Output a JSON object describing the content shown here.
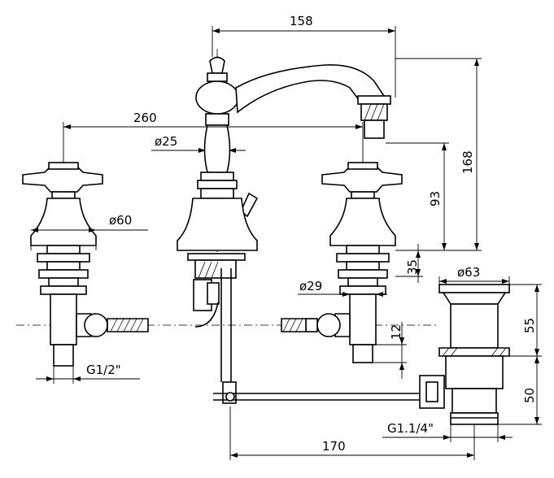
{
  "dimensions": {
    "spout_reach": "158",
    "spread": "260",
    "body_dia": "ø25",
    "handle_dia": "ø60",
    "height_spout": "168",
    "height_outlet": "93",
    "base_height": "35",
    "shank_dia": "ø29",
    "nut_height": "12",
    "inlet_thread": "G1/2\"",
    "waste_dia": "ø63",
    "waste_height": "55",
    "waste_drop": "50",
    "waste_thread": "G1.1/4\"",
    "rod_length": "170"
  }
}
